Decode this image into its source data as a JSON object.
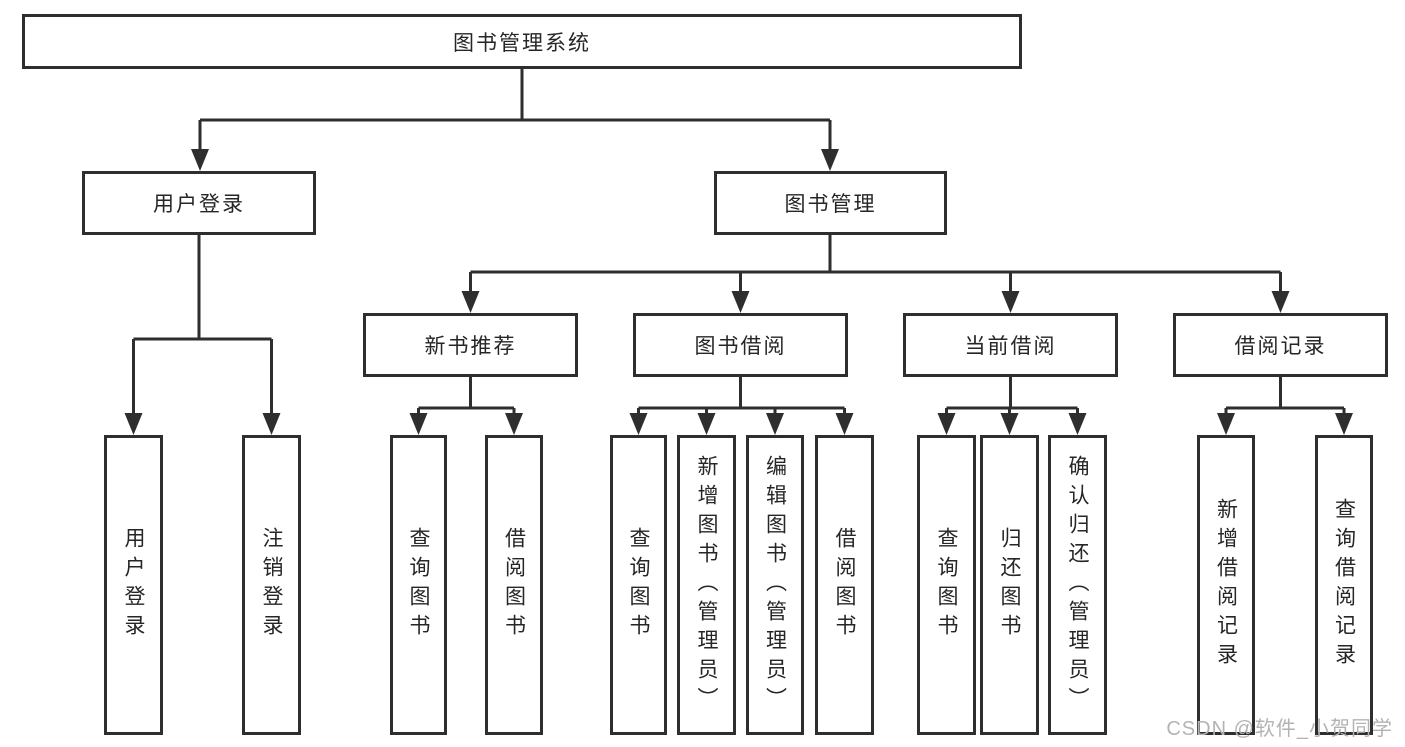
{
  "diagram": {
    "title": "图书管理系统",
    "nodes": {
      "root": "图书管理系统",
      "user_login": "用户登录",
      "book_mgmt": "图书管理",
      "new_books": "新书推荐",
      "book_borrow": "图书借阅",
      "current_borrow": "当前借阅",
      "borrow_records": "借阅记录",
      "leaf_user_login": "用户登录",
      "leaf_logout": "注销登录",
      "leaf_nb_query": "查询图书",
      "leaf_nb_borrow": "借阅图书",
      "leaf_bb_query": "查询图书",
      "leaf_bb_add": "新增图书（管理员）",
      "leaf_bb_edit": "编辑图书（管理员）",
      "leaf_bb_borrow": "借阅图书",
      "leaf_cb_query": "查询图书",
      "leaf_cb_return": "归还图书",
      "leaf_cb_confirm": "确认归还（管理员）",
      "leaf_br_add": "新增借阅记录",
      "leaf_br_query": "查询借阅记录"
    },
    "line_color": "#2e2e2e"
  },
  "watermark": "CSDN @软件_小贺同学"
}
